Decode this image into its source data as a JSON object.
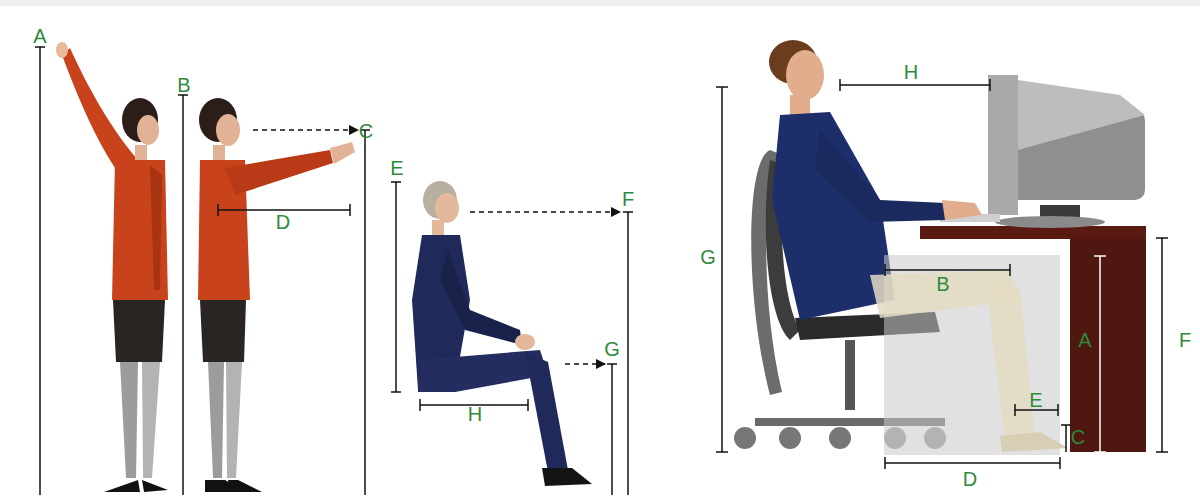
{
  "diagram": {
    "labels": [
      "A",
      "B",
      "C",
      "D",
      "E",
      "F",
      "G",
      "H",
      "H",
      "G",
      "B",
      "A",
      "F",
      "E",
      "C",
      "D"
    ]
  }
}
